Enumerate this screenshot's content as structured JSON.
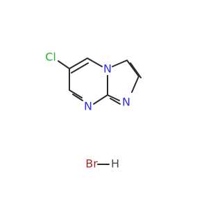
{
  "molecule": {
    "atoms": {
      "chlorine": "Cl",
      "ring_nitrogen_top": "N",
      "ring_nitrogen_bottom": "N",
      "imidazole_nitrogen": "N",
      "bromine": "Br",
      "hydrogen": "H"
    }
  },
  "colors": {
    "bond": "#2b2b2b",
    "chlorine": "#2fae2f",
    "nitrogen": "#2d2df0",
    "bromine": "#a52a2a",
    "hydrogen": "#4a4a4a"
  }
}
